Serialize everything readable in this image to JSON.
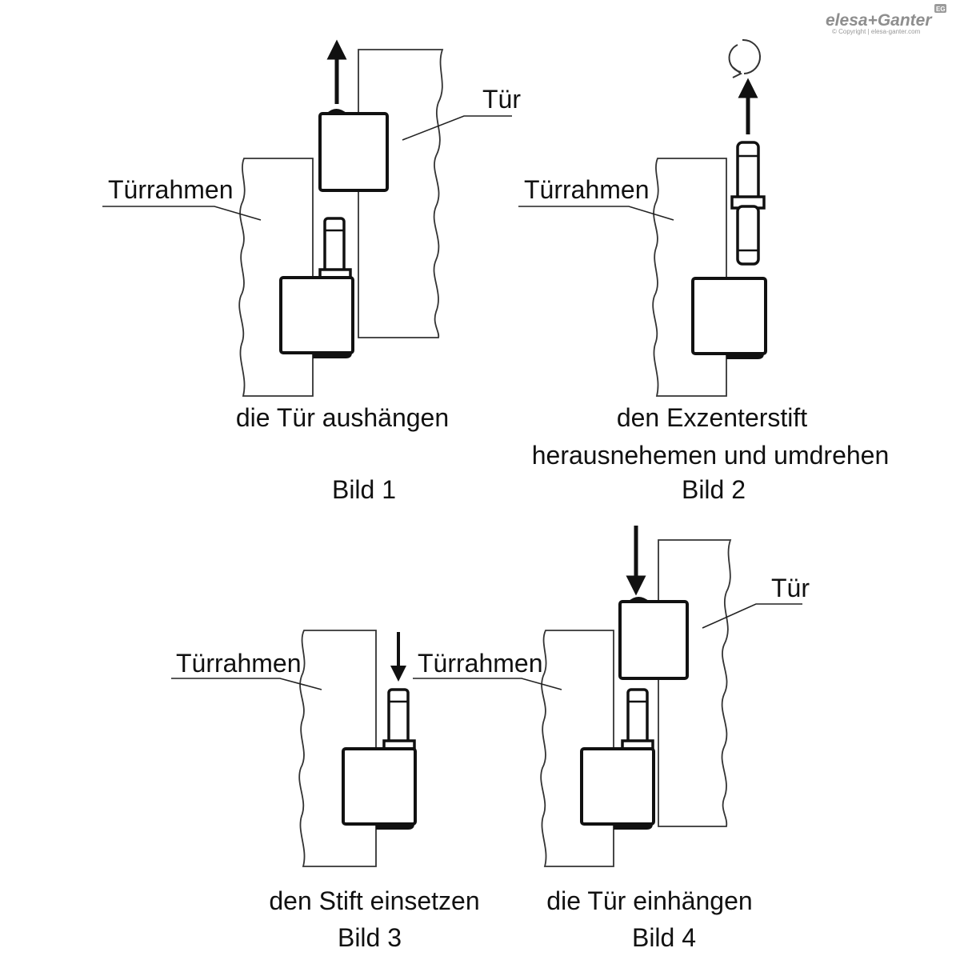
{
  "brand": {
    "name": "elesa+Ganter",
    "badge": "EG",
    "copyright": "© Copyright | elesa-ganter.com",
    "color": "#8e8e8e"
  },
  "figures": [
    {
      "id": "bild-1",
      "caption": "Bild 1",
      "description": "die Tür aushängen",
      "labels": {
        "frame": "Türrahmen",
        "door": "Tür"
      }
    },
    {
      "id": "bild-2",
      "caption": "Bild 2",
      "description_line1": "den Exzenterstift",
      "description_line2": "herausnehemen und umdrehen",
      "labels": {
        "frame": "Türrahmen"
      }
    },
    {
      "id": "bild-3",
      "caption": "Bild 3",
      "description": "den Stift einsetzen",
      "labels": {
        "frame": "Türrahmen"
      }
    },
    {
      "id": "bild-4",
      "caption": "Bild 4",
      "description": "die Tür einhängen",
      "labels": {
        "frame": "Türrahmen",
        "door": "Tür"
      }
    }
  ]
}
